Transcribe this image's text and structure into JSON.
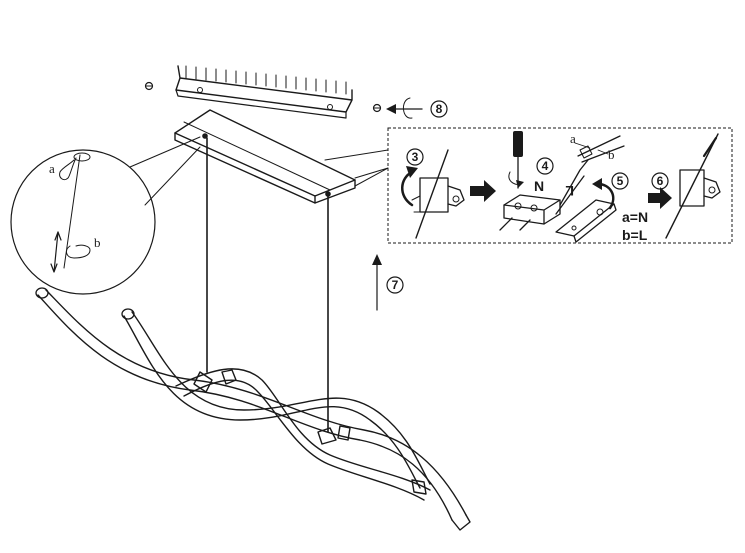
{
  "steps": {
    "s3": "3",
    "s4": "4",
    "s5": "5",
    "s6": "6",
    "s7": "7",
    "s8": "8"
  },
  "labels": {
    "detail_a": "a",
    "detail_b": "b",
    "wire_a": "a",
    "wire_b": "b",
    "terminal_n": "N",
    "terminal_l": "L",
    "legend_a": "a=N",
    "legend_b": "b=L"
  },
  "icons": {
    "arrow": "arrow-right-icon",
    "rotate": "rotate-arrow-icon",
    "screwdriver": "screwdriver-icon"
  },
  "colors": {
    "ink": "#1a1a1a",
    "background": "#ffffff"
  }
}
